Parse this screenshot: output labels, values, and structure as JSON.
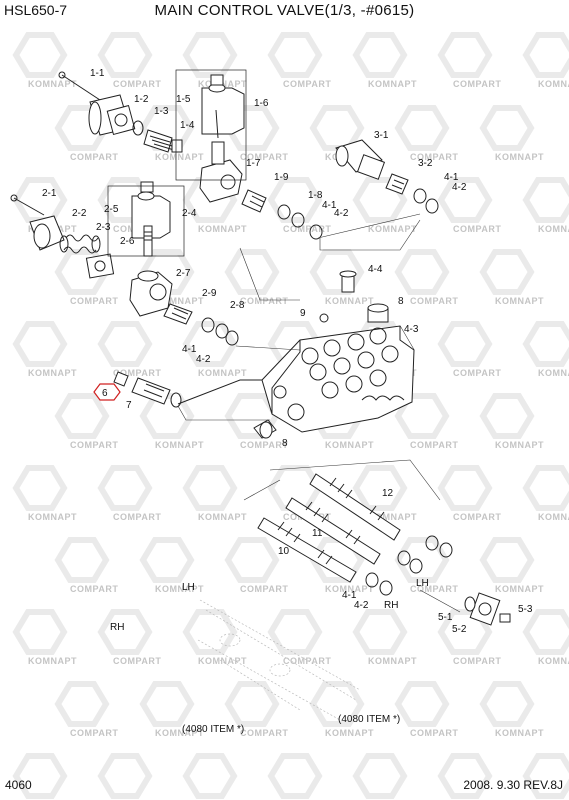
{
  "header": {
    "model": "HSL650-7",
    "title": "MAIN CONTROL VALVE(1/3, -#0615)"
  },
  "footer": {
    "page_number": "4060",
    "date_revision": "2008. 9.30  REV.8J"
  },
  "watermark": {
    "text_a": "KOMNAPT",
    "text_b": "COMPART"
  },
  "labels": {
    "l1_1": "1-1",
    "l1_2": "1-2",
    "l1_3": "1-3",
    "l1_4": "1-4",
    "l1_5": "1-5",
    "l1_6": "1-6",
    "l1_7": "1-7",
    "l1_8": "1-8",
    "l1_9": "1-9",
    "l2_1": "2-1",
    "l2_2": "2-2",
    "l2_3": "2-3",
    "l2_4": "2-4",
    "l2_5": "2-5",
    "l2_6": "2-6",
    "l2_7": "2-7",
    "l2_8": "2-8",
    "l2_9": "2-9",
    "l3_1": "3-1",
    "l3_2": "3-2",
    "l4_1a": "4-1",
    "l4_2a": "4-2",
    "l4_1b": "4-1",
    "l4_2b": "4-2",
    "l4_1c": "4-1",
    "l4_2c": "4-2",
    "l4_1d": "4-1",
    "l4_2d": "4-2",
    "l4_3": "4-3",
    "l4_4": "4-4",
    "l5_1": "5-1",
    "l5_2": "5-2",
    "l5_3": "5-3",
    "l6": "6",
    "l7": "7",
    "l8a": "8",
    "l8b": "8",
    "l9": "9",
    "l10": "10",
    "l11": "11",
    "l12": "12",
    "lh1": "LH",
    "lh2": "LH",
    "rh1": "RH",
    "rh2": "RH",
    "ref_left": "(4080 ITEM *)",
    "ref_right": "(4080 ITEM *)"
  },
  "colors": {
    "line": "#222222",
    "watermark": "#c4c4c4",
    "highlight": "#d02020"
  }
}
